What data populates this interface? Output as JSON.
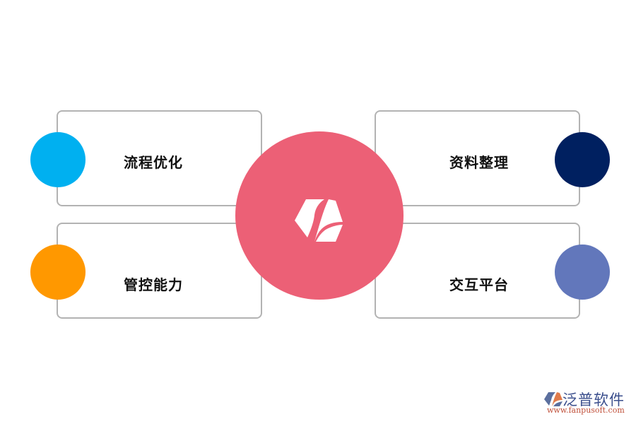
{
  "diagram": {
    "center": {
      "icon": "hexagon-leaf-logo-icon",
      "color": "#ec6076"
    },
    "items": [
      {
        "label": "流程优化",
        "position": "top-left",
        "dot_color": "#00b0f0"
      },
      {
        "label": "管控能力",
        "position": "bottom-left",
        "dot_color": "#ff9800"
      },
      {
        "label": "资料整理",
        "position": "top-right",
        "dot_color": "#002060"
      },
      {
        "label": "交互平台",
        "position": "bottom-right",
        "dot_color": "#6277bb"
      }
    ],
    "box_border_color": "#b3b3b3"
  },
  "watermark": {
    "name": "泛普软件",
    "url": "www.fanpusoft.com"
  }
}
